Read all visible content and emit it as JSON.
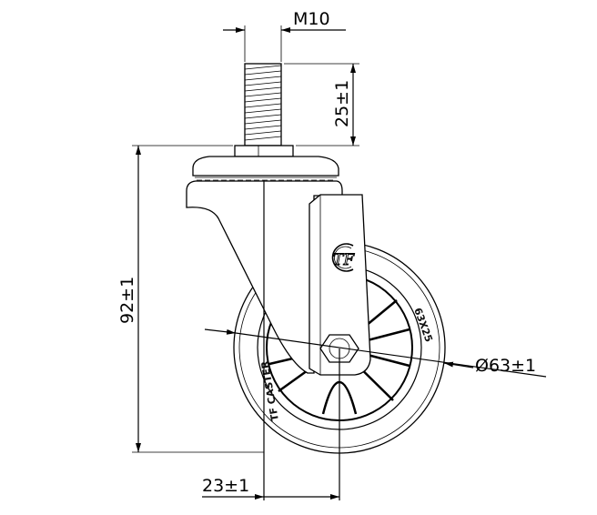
{
  "dimensions": {
    "thread": "M10",
    "stem_length": "25±1",
    "total_height": "92±1",
    "wheel_diameter": "Ø63±1",
    "offset": "23±1"
  },
  "wheel": {
    "size_marking": "63X25",
    "brand_marking": "TF CASTER"
  },
  "logo": {
    "text": "TF"
  },
  "colors": {
    "line": "#000000",
    "background": "#ffffff"
  }
}
